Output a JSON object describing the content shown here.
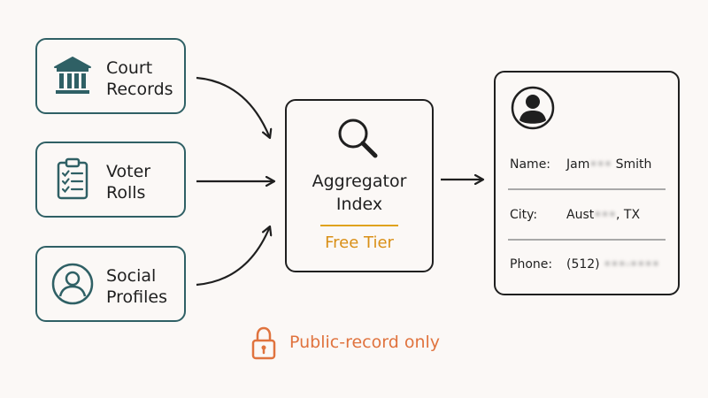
{
  "sources": [
    {
      "label_line1": "Court",
      "label_line2": "Records",
      "icon": "courthouse-icon"
    },
    {
      "label_line1": "Voter",
      "label_line2": "Rolls",
      "icon": "clipboard-checklist-icon"
    },
    {
      "label_line1": "Social",
      "label_line2": "Profiles",
      "icon": "user-circle-icon"
    }
  ],
  "aggregator": {
    "title_line1": "Aggregator",
    "title_line2": "Index",
    "tier": "Free Tier",
    "icon": "magnifier-icon"
  },
  "profile": {
    "icon": "avatar-icon",
    "fields": [
      {
        "label": "Name:",
        "value_a": "Jam",
        "value_redacted": "•••",
        "value_b": " Smith"
      },
      {
        "label": "City:",
        "value_a": "Aust",
        "value_redacted": "•••",
        "value_b": ", TX"
      },
      {
        "label": "Phone:",
        "value_a": "(512) ",
        "value_redacted": "•••-••••",
        "value_b": ""
      }
    ]
  },
  "footer": {
    "text": "Public-record only",
    "icon": "padlock-icon"
  },
  "colors": {
    "source_border": "#2f6065",
    "accent_tier": "#d98f16",
    "footer": "#e0733e",
    "ink": "#1f1f1f"
  }
}
